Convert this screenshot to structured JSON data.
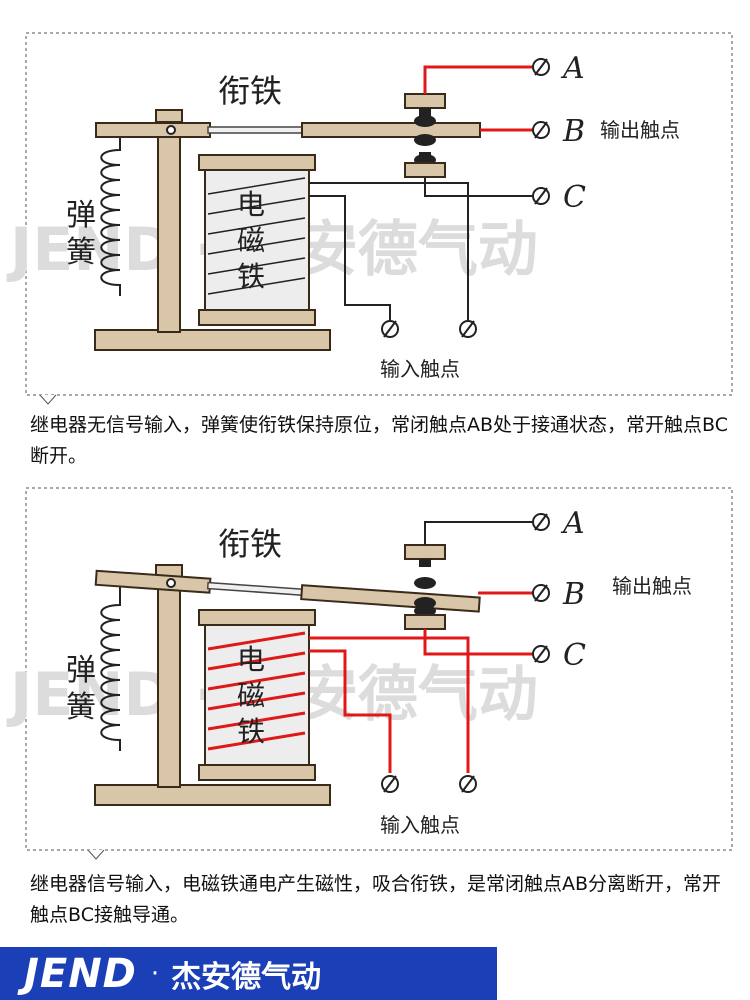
{
  "panels": [
    {
      "armature_label": "衔铁",
      "spring_label": "弹簧",
      "coil_label_chars": [
        "电",
        "磁",
        "铁"
      ],
      "terminals": [
        "A",
        "B",
        "C"
      ],
      "output_label": "输出触点",
      "input_label": "输入触点",
      "watermark": "JEND · 杰安德气动",
      "caption": "继电器无信号输入，弹簧使衔铁保持原位，常闭触点AB处于接通状态，常开触点BC断开。"
    },
    {
      "armature_label": "衔铁",
      "spring_label": "弹簧",
      "coil_label_chars": [
        "电",
        "磁",
        "铁"
      ],
      "terminals": [
        "A",
        "B",
        "C"
      ],
      "output_label": "输出触点",
      "input_label": "输入触点",
      "watermark": "JEND · 杰安德气动",
      "caption": "继电器信号输入，电磁铁通电产生磁性，吸合衔铁，是常闭触点AB分离断开，常开触点BC接触导通。"
    }
  ],
  "footer": {
    "logo": "JEND",
    "dot": "·",
    "name": "杰安德气动"
  },
  "colors": {
    "active_wire": "#e01818",
    "wire": "#222222",
    "frame": "#d9c6a9",
    "frame_edge": "#3a2a1a",
    "footer_bg": "#1b3fb6"
  }
}
